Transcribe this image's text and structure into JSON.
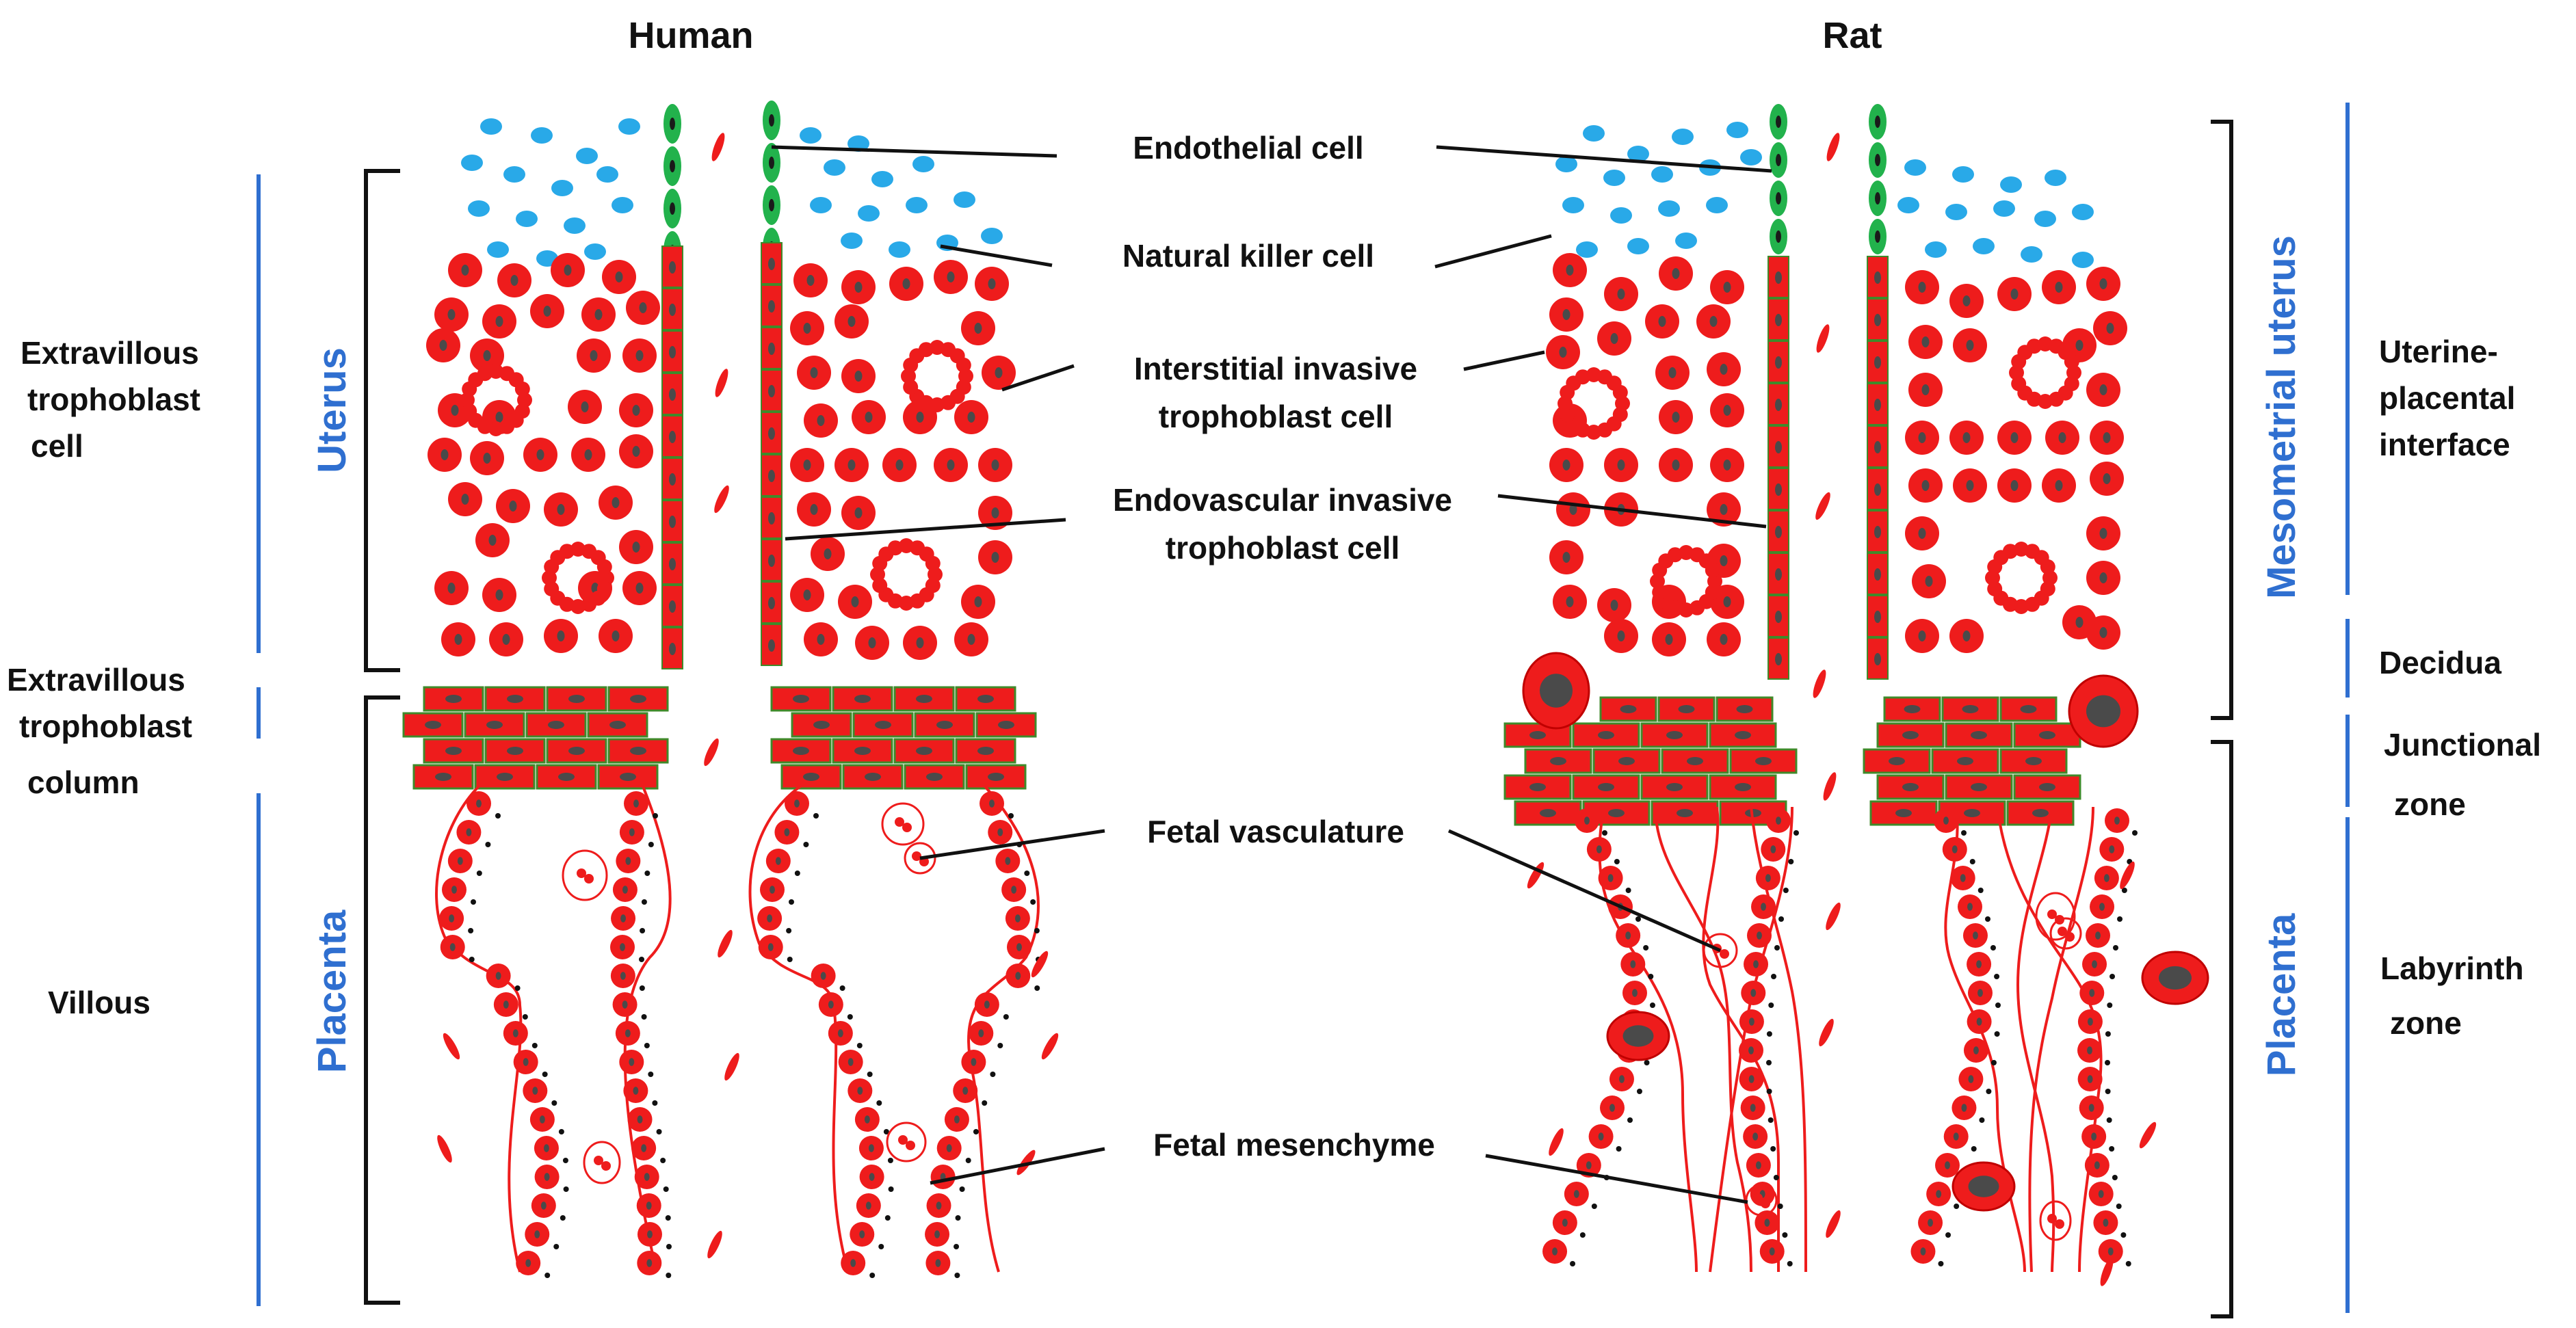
{
  "titles": {
    "human": "Human",
    "rat": "Rat"
  },
  "left_labels": {
    "evt_cell_1": "Extravillous",
    "evt_cell_2": "trophoblast",
    "evt_cell_3": "cell",
    "evt_col_1": "Extravillous",
    "evt_col_2": "trophoblast",
    "evt_col_3": "column",
    "villous": "Villous"
  },
  "left_regions": {
    "uterus": "Uterus",
    "placenta": "Placenta"
  },
  "center_labels": {
    "endothelial": "Endothelial cell",
    "nk": "Natural killer cell",
    "interstitial_1": "Interstitial invasive",
    "interstitial_2": "trophoblast cell",
    "endovascular_1": "Endovascular invasive",
    "endovascular_2": "trophoblast cell",
    "fetal_vasc": "Fetal vasculature",
    "fetal_mes": "Fetal mesenchyme"
  },
  "right_regions": {
    "mesometrial": "Mesometrial uterus",
    "placenta": "Placenta"
  },
  "right_labels": {
    "uterine_1": "Uterine-",
    "uterine_2": "placental",
    "uterine_3": "interface",
    "decidua": "Decidua",
    "junctional_1": "Junctional",
    "junctional_2": "zone",
    "labyrinth_1": "Labyrinth",
    "labyrinth_2": "zone"
  },
  "colors": {
    "trophoblast_red": "#ee1c1c",
    "nucleus_gray": "#4a4a4a",
    "nk_blue": "#29a9e8",
    "endothelial_green": "#22b24c",
    "region_blue": "#2f6fd0",
    "cell_outline_green": "#3f8a2a"
  }
}
